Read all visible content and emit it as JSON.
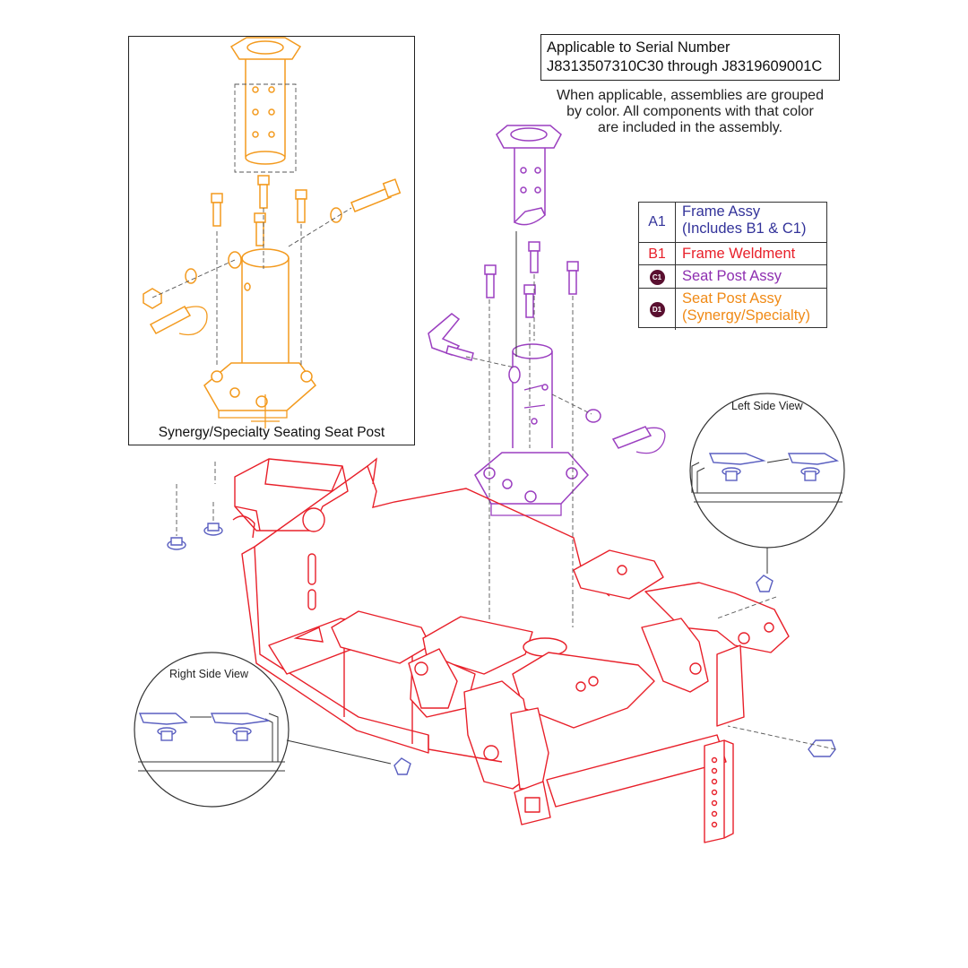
{
  "serial": {
    "line1": "Applicable to Serial Number",
    "line2": "J8313507310C30 through J8319609001C"
  },
  "note": {
    "line1": "When applicable, assemblies are grouped",
    "line2": "by color. All components with that color",
    "line3": "are included in the assembly."
  },
  "inset": {
    "caption": "Synergy/Specialty Seating Seat Post"
  },
  "legend": {
    "rows": [
      {
        "code": "A1",
        "text1": "Frame Assy",
        "text2": "(Includes B1 & C1)",
        "color": "#33339a"
      },
      {
        "code": "B1",
        "text1": "Frame Weldment",
        "text2": "",
        "color": "#e8202a"
      },
      {
        "code": "C1",
        "text1": "Seat Post Assy",
        "text2": "",
        "color": "#8e2fb0",
        "badge": true
      },
      {
        "code": "D1",
        "text1": "Seat Post Assy",
        "text2": "(Synergy/Specialty)",
        "color": "#f08a16",
        "badge": true
      }
    ]
  },
  "views": {
    "left": "Left Side View",
    "right": "Right Side View"
  },
  "colors": {
    "frame": "#e8202a",
    "seatpost": "#9b3fc0",
    "synergy": "#f39a1e",
    "hardware": "#5a5fc0"
  }
}
